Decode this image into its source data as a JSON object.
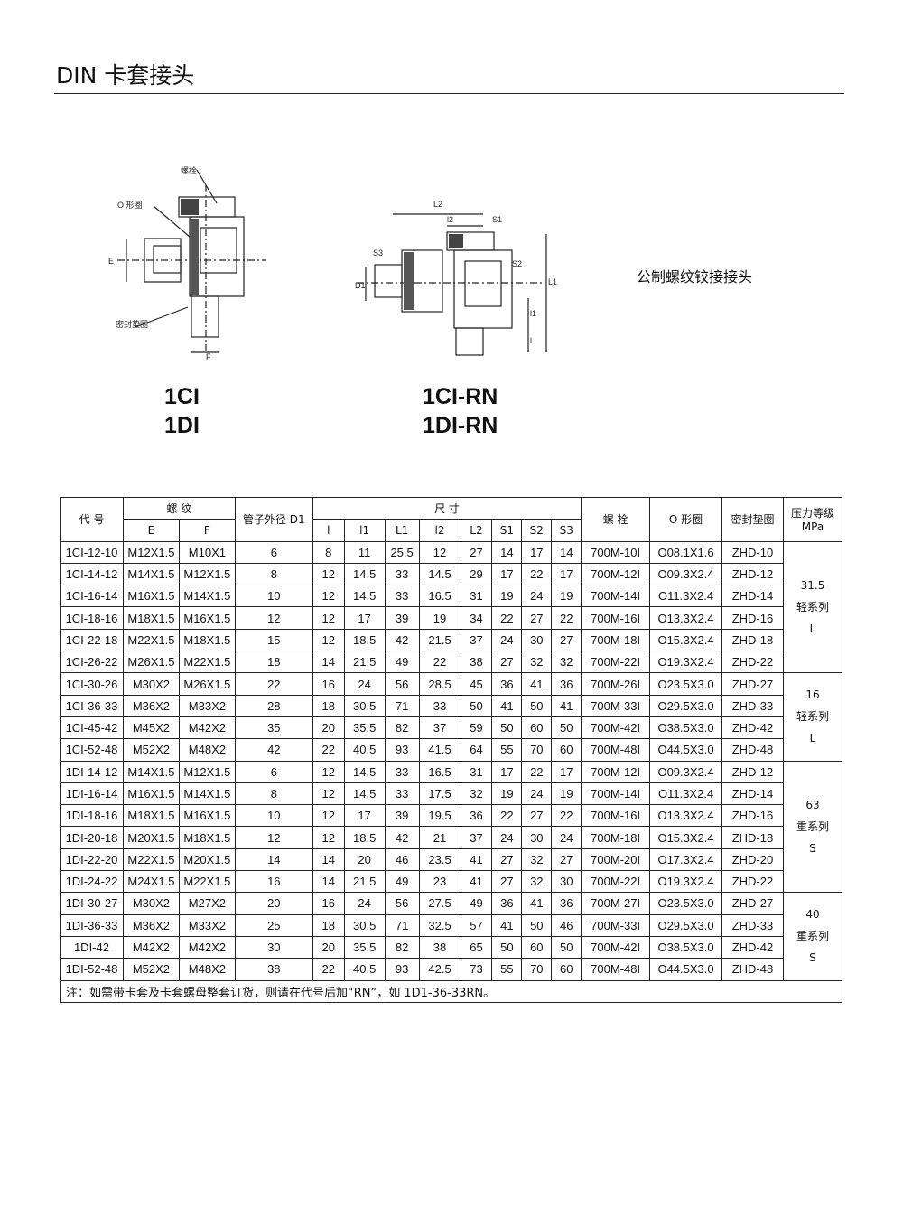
{
  "page": {
    "title": "DIN 卡套接头",
    "description": "公制螺纹铰接接头"
  },
  "diagram1": {
    "labels": {
      "bolt": "螺栓",
      "oring": "O 形圈",
      "e": "E",
      "f": "F",
      "seal": "密封垫圈"
    },
    "models": [
      "1CI",
      "1DI"
    ]
  },
  "diagram2": {
    "labels": {
      "L2": "L2",
      "l2": "l2",
      "S1": "S1",
      "S3": "S3",
      "S2": "S2",
      "D1": "D1",
      "L1": "L1",
      "l1": "l1",
      "l": "l"
    },
    "models": [
      "1CI-RN",
      "1DI-RN"
    ]
  },
  "table": {
    "headers": {
      "code": "代 号",
      "thread": "螺 纹",
      "E": "E",
      "F": "F",
      "d1": "管子外径 D1",
      "dims": "尺 寸",
      "l": "l",
      "l1": "l1",
      "L1": "L1",
      "l2": "l2",
      "L2": "L2",
      "S1": "S1",
      "S2": "S2",
      "S3": "S3",
      "bolt": "螺 栓",
      "oring": "O 形圈",
      "seal": "密封垫圈",
      "pressure": "压力等级",
      "unit": "MPa"
    },
    "rows": [
      [
        "1CI-12-10",
        "M12X1.5",
        "M10X1",
        "6",
        "8",
        "11",
        "25.5",
        "12",
        "27",
        "14",
        "17",
        "14",
        "700M-10I",
        "O08.1X1.6",
        "ZHD-10"
      ],
      [
        "1CI-14-12",
        "M14X1.5",
        "M12X1.5",
        "8",
        "12",
        "14.5",
        "33",
        "14.5",
        "29",
        "17",
        "22",
        "17",
        "700M-12I",
        "O09.3X2.4",
        "ZHD-12"
      ],
      [
        "1CI-16-14",
        "M16X1.5",
        "M14X1.5",
        "10",
        "12",
        "14.5",
        "33",
        "16.5",
        "31",
        "19",
        "24",
        "19",
        "700M-14I",
        "O11.3X2.4",
        "ZHD-14"
      ],
      [
        "1CI-18-16",
        "M18X1.5",
        "M16X1.5",
        "12",
        "12",
        "17",
        "39",
        "19",
        "34",
        "22",
        "27",
        "22",
        "700M-16I",
        "O13.3X2.4",
        "ZHD-16"
      ],
      [
        "1CI-22-18",
        "M22X1.5",
        "M18X1.5",
        "15",
        "12",
        "18.5",
        "42",
        "21.5",
        "37",
        "24",
        "30",
        "27",
        "700M-18I",
        "O15.3X2.4",
        "ZHD-18"
      ],
      [
        "1CI-26-22",
        "M26X1.5",
        "M22X1.5",
        "18",
        "14",
        "21.5",
        "49",
        "22",
        "38",
        "27",
        "32",
        "32",
        "700M-22I",
        "O19.3X2.4",
        "ZHD-22"
      ],
      [
        "1CI-30-26",
        "M30X2",
        "M26X1.5",
        "22",
        "16",
        "24",
        "56",
        "28.5",
        "45",
        "36",
        "41",
        "36",
        "700M-26I",
        "O23.5X3.0",
        "ZHD-27"
      ],
      [
        "1CI-36-33",
        "M36X2",
        "M33X2",
        "28",
        "18",
        "30.5",
        "71",
        "33",
        "50",
        "41",
        "50",
        "41",
        "700M-33I",
        "O29.5X3.0",
        "ZHD-33"
      ],
      [
        "1CI-45-42",
        "M45X2",
        "M42X2",
        "35",
        "20",
        "35.5",
        "82",
        "37",
        "59",
        "50",
        "60",
        "50",
        "700M-42I",
        "O38.5X3.0",
        "ZHD-42"
      ],
      [
        "1CI-52-48",
        "M52X2",
        "M48X2",
        "42",
        "22",
        "40.5",
        "93",
        "41.5",
        "64",
        "55",
        "70",
        "60",
        "700M-48I",
        "O44.5X3.0",
        "ZHD-48"
      ],
      [
        "1DI-14-12",
        "M14X1.5",
        "M12X1.5",
        "6",
        "12",
        "14.5",
        "33",
        "16.5",
        "31",
        "17",
        "22",
        "17",
        "700M-12I",
        "O09.3X2.4",
        "ZHD-12"
      ],
      [
        "1DI-16-14",
        "M16X1.5",
        "M14X1.5",
        "8",
        "12",
        "14.5",
        "33",
        "17.5",
        "32",
        "19",
        "24",
        "19",
        "700M-14I",
        "O11.3X2.4",
        "ZHD-14"
      ],
      [
        "1DI-18-16",
        "M18X1.5",
        "M16X1.5",
        "10",
        "12",
        "17",
        "39",
        "19.5",
        "36",
        "22",
        "27",
        "22",
        "700M-16I",
        "O13.3X2.4",
        "ZHD-16"
      ],
      [
        "1DI-20-18",
        "M20X1.5",
        "M18X1.5",
        "12",
        "12",
        "18.5",
        "42",
        "21",
        "37",
        "24",
        "30",
        "24",
        "700M-18I",
        "O15.3X2.4",
        "ZHD-18"
      ],
      [
        "1DI-22-20",
        "M22X1.5",
        "M20X1.5",
        "14",
        "14",
        "20",
        "46",
        "23.5",
        "41",
        "27",
        "32",
        "27",
        "700M-20I",
        "O17.3X2.4",
        "ZHD-20"
      ],
      [
        "1DI-24-22",
        "M24X1.5",
        "M22X1.5",
        "16",
        "14",
        "21.5",
        "49",
        "23",
        "41",
        "27",
        "32",
        "30",
        "700M-22I",
        "O19.3X2.4",
        "ZHD-22"
      ],
      [
        "1DI-30-27",
        "M30X2",
        "M27X2",
        "20",
        "16",
        "24",
        "56",
        "27.5",
        "49",
        "36",
        "41",
        "36",
        "700M-27I",
        "O23.5X3.0",
        "ZHD-27"
      ],
      [
        "1DI-36-33",
        "M36X2",
        "M33X2",
        "25",
        "18",
        "30.5",
        "71",
        "32.5",
        "57",
        "41",
        "50",
        "46",
        "700M-33I",
        "O29.5X3.0",
        "ZHD-33"
      ],
      [
        "1DI-42",
        "M42X2",
        "M42X2",
        "30",
        "20",
        "35.5",
        "82",
        "38",
        "65",
        "50",
        "60",
        "50",
        "700M-42I",
        "O38.5X3.0",
        "ZHD-42"
      ],
      [
        "1DI-52-48",
        "M52X2",
        "M48X2",
        "38",
        "22",
        "40.5",
        "93",
        "42.5",
        "73",
        "55",
        "70",
        "60",
        "700M-48I",
        "O44.5X3.0",
        "ZHD-48"
      ]
    ],
    "pressure_groups": [
      {
        "start": 0,
        "span": 6,
        "value": "31.5",
        "series": "轻系列",
        "code": "L"
      },
      {
        "start": 6,
        "span": 4,
        "value": "16",
        "series": "轻系列",
        "code": "L"
      },
      {
        "start": 10,
        "span": 6,
        "value": "63",
        "series": "重系列",
        "code": "S"
      },
      {
        "start": 16,
        "span": 4,
        "value": "40",
        "series": "重系列",
        "code": "S"
      }
    ],
    "note": "注：如需带卡套及卡套螺母整套订货，则请在代号后加“RN”，如 1D1-36-33RN。"
  }
}
